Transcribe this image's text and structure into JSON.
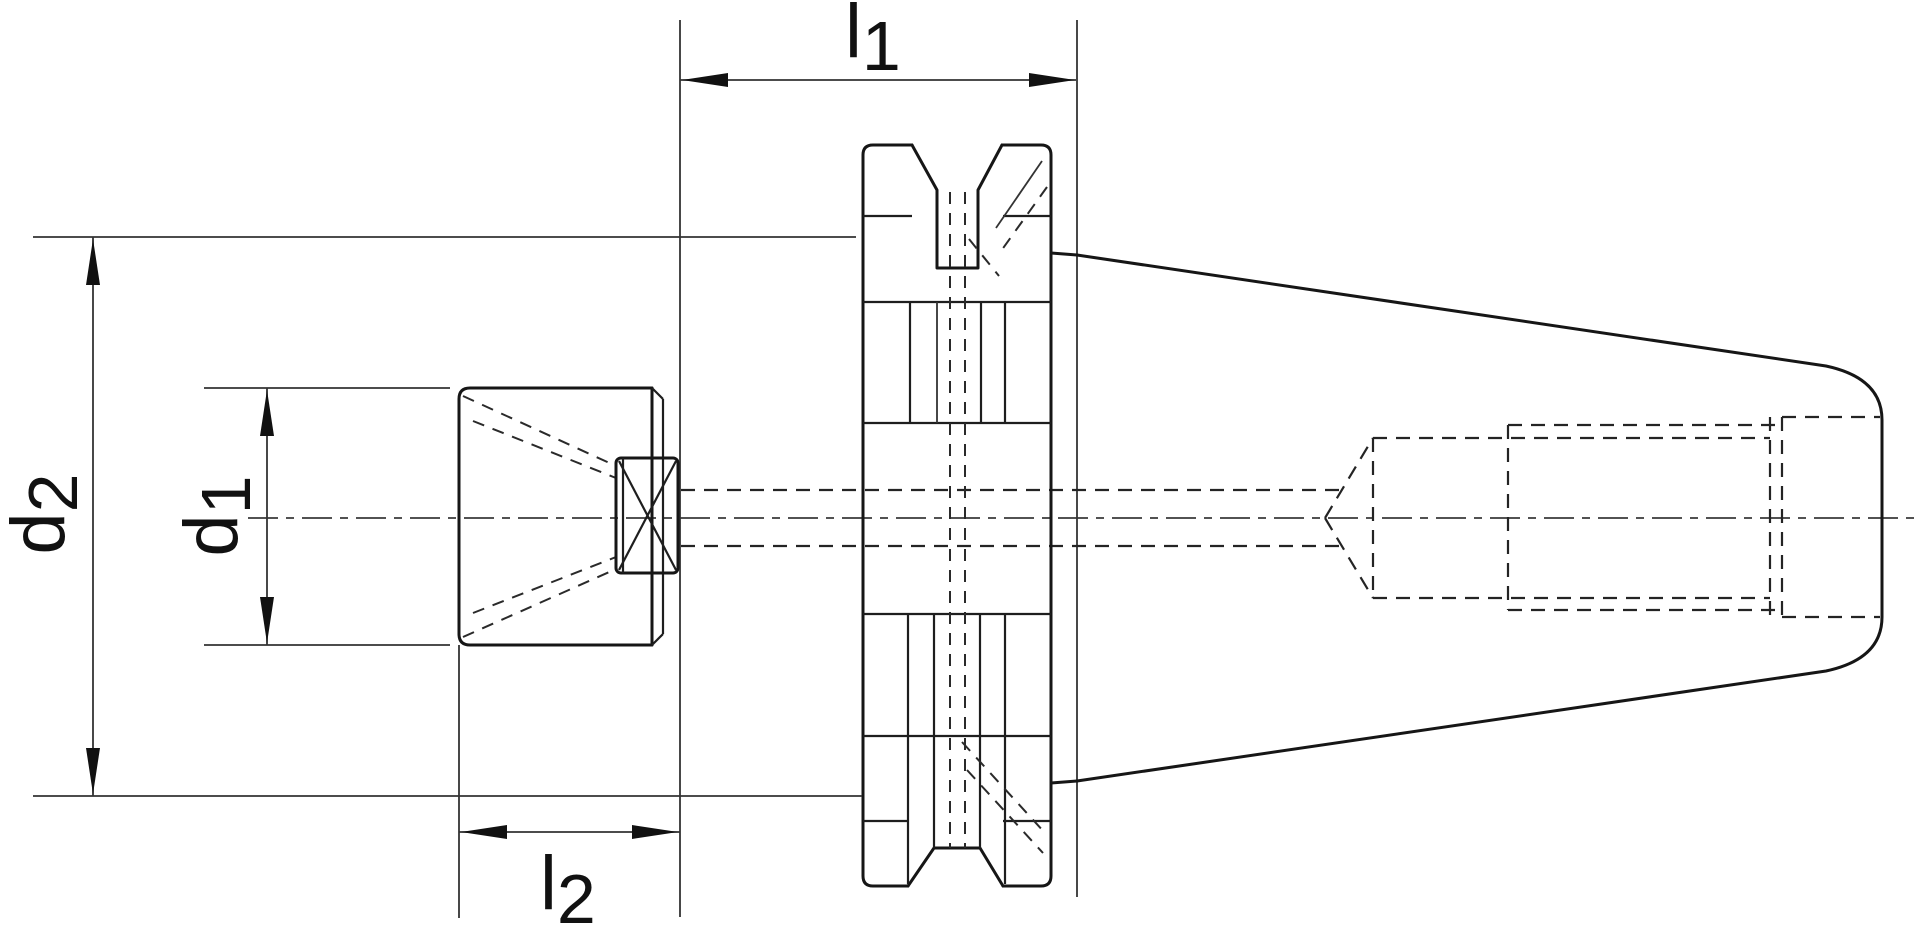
{
  "drawing": {
    "title": "tool-holder-technical-drawing",
    "colors": {
      "background": "#ffffff",
      "line": "#161616",
      "dimension_line": "#333333"
    },
    "dimensions": {
      "l1": {
        "base": "l",
        "sub": "1",
        "meaning": "length-flange-to-gauge-line"
      },
      "l2": {
        "base": "l",
        "sub": "2",
        "meaning": "length-pilot-projection"
      },
      "d1": {
        "base": "d",
        "sub": "1",
        "meaning": "diameter-pilot"
      },
      "d2": {
        "base": "d",
        "sub": "2",
        "meaning": "diameter-collar"
      }
    }
  }
}
